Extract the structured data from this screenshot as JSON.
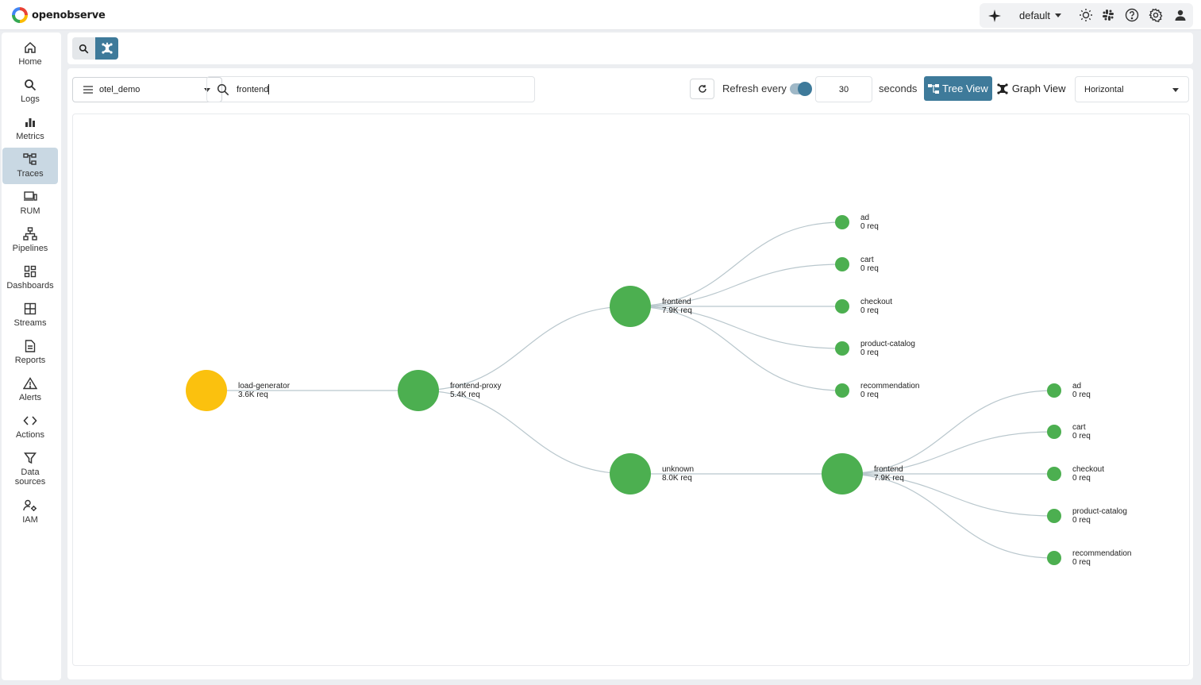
{
  "header": {
    "brand": "openobserve",
    "org": "default",
    "icons": [
      "ai-sparkle-icon",
      "theme-sun-icon",
      "slack-icon",
      "help-icon",
      "settings-gear-icon",
      "user-icon"
    ]
  },
  "sidebar": {
    "items": [
      {
        "label": "Home",
        "icon": "home-icon",
        "active": false
      },
      {
        "label": "Logs",
        "icon": "search-icon",
        "active": false
      },
      {
        "label": "Metrics",
        "icon": "bar-chart-icon",
        "active": false
      },
      {
        "label": "Traces",
        "icon": "traces-icon",
        "active": true
      },
      {
        "label": "RUM",
        "icon": "devices-icon",
        "active": false
      },
      {
        "label": "Pipelines",
        "icon": "pipeline-icon",
        "active": false
      },
      {
        "label": "Dashboards",
        "icon": "dashboard-icon",
        "active": false
      },
      {
        "label": "Streams",
        "icon": "streams-grid-icon",
        "active": false
      },
      {
        "label": "Reports",
        "icon": "report-doc-icon",
        "active": false
      },
      {
        "label": "Alerts",
        "icon": "alert-triangle-icon",
        "active": false
      },
      {
        "label": "Actions",
        "icon": "code-brackets-icon",
        "active": false
      },
      {
        "label": "Data sources",
        "icon": "filter-funnel-icon",
        "active": false
      },
      {
        "label": "IAM",
        "icon": "user-gear-icon",
        "active": false
      }
    ]
  },
  "toolbar": {
    "stream": "otel_demo",
    "filter_value": "frontend",
    "refresh_label": "Refresh every",
    "interval": "30",
    "seconds_label": "seconds",
    "tree_view_label": "Tree View",
    "graph_view_label": "Graph View",
    "layout": "Horizontal",
    "auto_refresh_on": true
  },
  "service_graph": {
    "nodes": [
      {
        "id": "n1",
        "name": "load-generator",
        "req": "3.6K req",
        "color": "#fbc10e",
        "size": "large"
      },
      {
        "id": "n2",
        "name": "frontend-proxy",
        "req": "5.4K req",
        "color": "#4caf50",
        "size": "large"
      },
      {
        "id": "n3",
        "name": "frontend",
        "req": "7.9K req",
        "color": "#4caf50",
        "size": "large"
      },
      {
        "id": "n4",
        "name": "unknown",
        "req": "8.0K req",
        "color": "#4caf50",
        "size": "large"
      },
      {
        "id": "n5",
        "name": "ad",
        "req": "0 req",
        "color": "#4caf50",
        "size": "small"
      },
      {
        "id": "n6",
        "name": "cart",
        "req": "0 req",
        "color": "#4caf50",
        "size": "small"
      },
      {
        "id": "n7",
        "name": "checkout",
        "req": "0 req",
        "color": "#4caf50",
        "size": "small"
      },
      {
        "id": "n8",
        "name": "product-catalog",
        "req": "0 req",
        "color": "#4caf50",
        "size": "small"
      },
      {
        "id": "n9",
        "name": "recommendation",
        "req": "0 req",
        "color": "#4caf50",
        "size": "small"
      },
      {
        "id": "n10",
        "name": "frontend",
        "req": "7.9K req",
        "color": "#4caf50",
        "size": "large"
      },
      {
        "id": "n11",
        "name": "ad",
        "req": "0 req",
        "color": "#4caf50",
        "size": "small"
      },
      {
        "id": "n12",
        "name": "cart",
        "req": "0 req",
        "color": "#4caf50",
        "size": "small"
      },
      {
        "id": "n13",
        "name": "checkout",
        "req": "0 req",
        "color": "#4caf50",
        "size": "small"
      },
      {
        "id": "n14",
        "name": "product-catalog",
        "req": "0 req",
        "color": "#4caf50",
        "size": "small"
      },
      {
        "id": "n15",
        "name": "recommendation",
        "req": "0 req",
        "color": "#4caf50",
        "size": "small"
      }
    ],
    "edges": [
      [
        "n1",
        "n2"
      ],
      [
        "n2",
        "n3"
      ],
      [
        "n2",
        "n4"
      ],
      [
        "n3",
        "n5"
      ],
      [
        "n3",
        "n6"
      ],
      [
        "n3",
        "n7"
      ],
      [
        "n3",
        "n8"
      ],
      [
        "n3",
        "n9"
      ],
      [
        "n4",
        "n10"
      ],
      [
        "n10",
        "n11"
      ],
      [
        "n10",
        "n12"
      ],
      [
        "n10",
        "n13"
      ],
      [
        "n10",
        "n14"
      ],
      [
        "n10",
        "n15"
      ]
    ],
    "edge_color": "#b9c7cd"
  }
}
